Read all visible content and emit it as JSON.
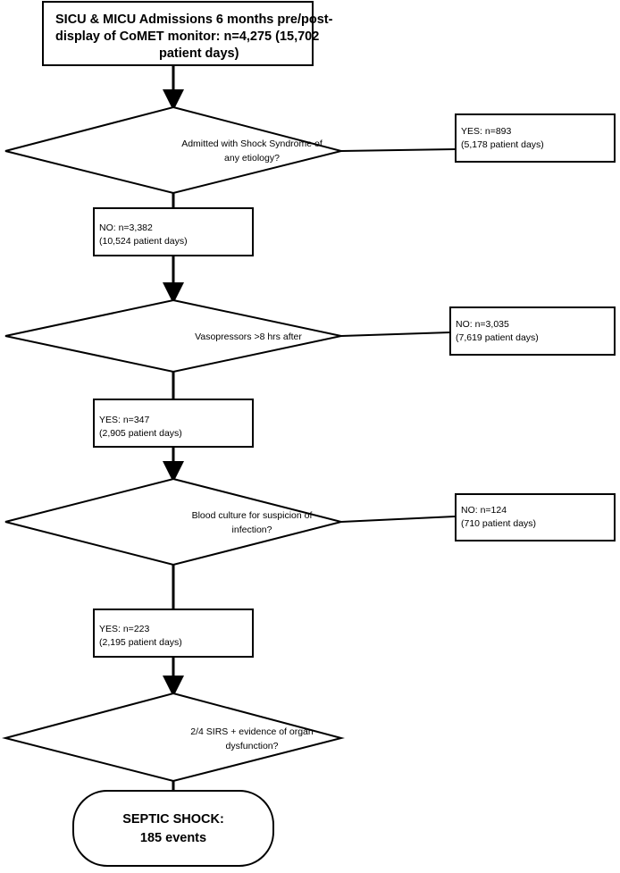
{
  "start_box": {
    "line1": "SICU & MICU Admissions 6 months pre/post-",
    "line2": "display of CoMET monitor: n=4,275 (15,702",
    "line3": "patient days)"
  },
  "decision1": {
    "line1": "Admitted with Shock Syndrome of",
    "line2": "any etiology?"
  },
  "side1": {
    "line1": "YES: n=893",
    "line2": "(5,178 patient days)"
  },
  "result1": {
    "line1": "NO: n=3,382",
    "line2": "(10,524 patient days)"
  },
  "decision2": {
    "line1": "Vasopressors >8 hrs after"
  },
  "side2": {
    "line1": "NO: n=3,035",
    "line2": "(7,619 patient days)"
  },
  "result2": {
    "line1": "YES: n=347",
    "line2": "(2,905 patient days)"
  },
  "decision3": {
    "line1": "Blood culture for suspicion of",
    "line2": "infection?"
  },
  "side3": {
    "line1": "NO: n=124",
    "line2": "(710 patient days)"
  },
  "result3": {
    "line1": "YES: n=223",
    "line2": "(2,195 patient days)"
  },
  "decision4": {
    "line1": "2/4 SIRS + evidence of organ",
    "line2": "dysfunction?"
  },
  "terminal": {
    "line1": "SEPTIC SHOCK:",
    "line2": "185 events"
  }
}
